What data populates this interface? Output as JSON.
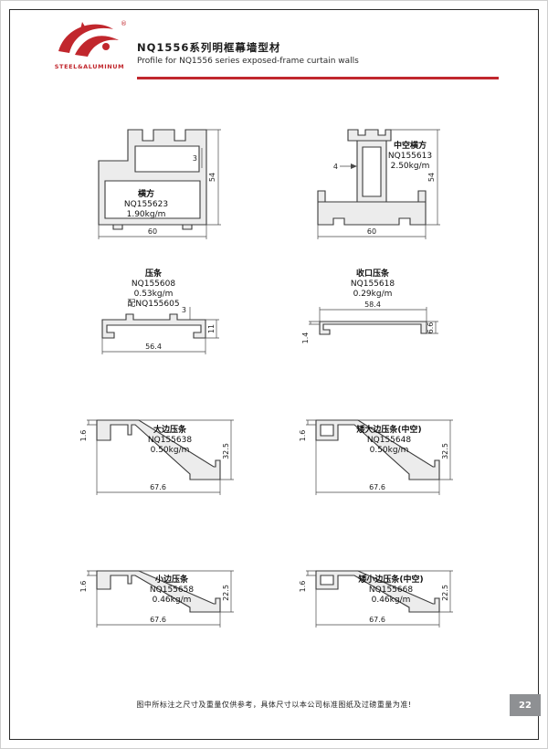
{
  "header": {
    "logo_text": "STEEL&ALUMINUM",
    "trademark": "®",
    "title_cn": "NQ1556系列明框幕墙型材",
    "title_en": "Profile for NQ1556 series exposed-frame curtain walls"
  },
  "colors": {
    "accent_red": "#c1272d",
    "page_badge_bg": "#8e9093",
    "line_color": "#3a3a3a"
  },
  "profiles": [
    {
      "name": "横方",
      "code": "NQ155623",
      "weight": "1.90kg/m",
      "dims": {
        "w": "60",
        "h": "54",
        "t": "3"
      }
    },
    {
      "name": "中空横方",
      "code": "NQ155613",
      "weight": "2.50kg/m",
      "dims": {
        "w": "60",
        "h": "54",
        "t": "4"
      }
    },
    {
      "name": "压条",
      "code": "NQ155608",
      "weight": "0.53kg/m",
      "extra": "配NQ155605",
      "dims": {
        "w": "56.4",
        "h": "11",
        "t": "3"
      }
    },
    {
      "name": "收口压条",
      "code": "NQ155618",
      "weight": "0.29kg/m",
      "dims": {
        "w": "58.4",
        "h": "6.6",
        "t": "1.4"
      }
    },
    {
      "name": "大边压条",
      "code": "NQ155638",
      "weight": "0.50kg/m",
      "dims": {
        "w": "67.6",
        "h": "32.5",
        "t": "1.6"
      }
    },
    {
      "name": "矮大边压条(中空)",
      "code": "NQ155648",
      "weight": "0.50kg/m",
      "dims": {
        "w": "67.6",
        "h": "32.5",
        "t": "1.6"
      }
    },
    {
      "name": "小边压条",
      "code": "NQ155658",
      "weight": "0.46kg/m",
      "dims": {
        "w": "67.6",
        "h": "22.5",
        "t": "1.6"
      }
    },
    {
      "name": "矮小边压条(中空)",
      "code": "NQ155668",
      "weight": "0.46kg/m",
      "dims": {
        "w": "67.6",
        "h": "22.5",
        "t": "1.6"
      }
    }
  ],
  "footer": {
    "note": "图中所标注之尺寸及重量仅供参考，具体尺寸以本公司标准图纸及过磅重量为准!",
    "page_number": "22"
  }
}
